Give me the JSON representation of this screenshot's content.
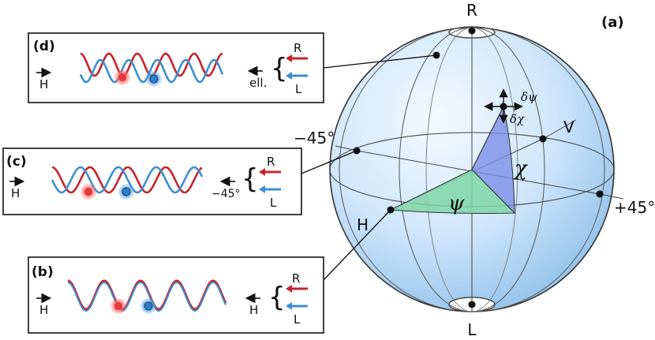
{
  "panel_labels": {
    "a": "(a)",
    "b": "(b)",
    "c": "(c)",
    "d": "(d)"
  },
  "sphere": {
    "pole_top": "R",
    "pole_bottom": "L",
    "H": "H",
    "V": "V",
    "minus45": "−45°",
    "plus45": "+45°",
    "psi": "ψ",
    "chi": "χ",
    "dpsi": "δψ",
    "dchi": "δχ"
  },
  "panels": {
    "b": {
      "input": "H",
      "pol": "H",
      "R": "R",
      "L": "L"
    },
    "c": {
      "input": "H",
      "pol": "−45°",
      "R": "R",
      "L": "L"
    },
    "d": {
      "input": "H",
      "pol": "ell.",
      "R": "R",
      "L": "L"
    }
  },
  "colors": {
    "red": "#c8232c",
    "blue": "#3d8fd1",
    "psi_wedge": "#7fd6a6",
    "chi_wedge": "#7b8ee6",
    "sphere_fill": "#cfe6fb"
  }
}
